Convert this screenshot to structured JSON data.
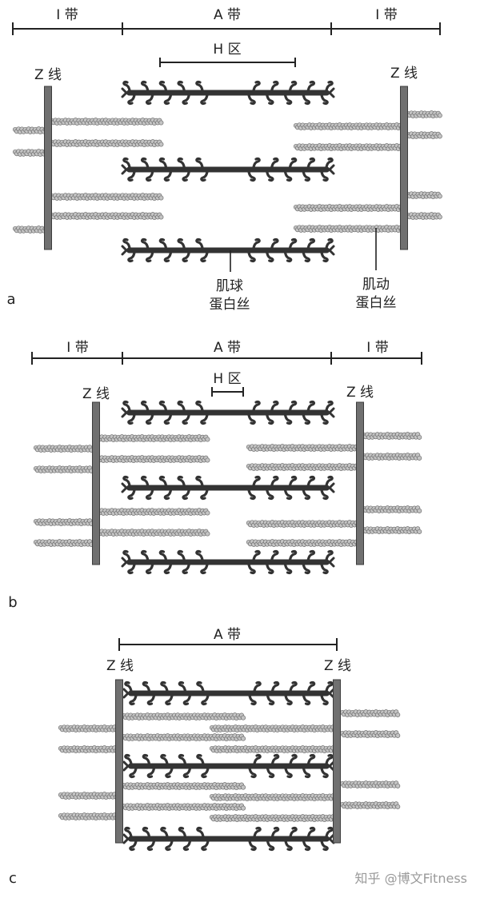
{
  "colors": {
    "background": "#ffffff",
    "ink": "#222222",
    "myosin": "#333333",
    "actin_fill": "#c4c4c4",
    "actin_stroke": "#6f6f6f",
    "z_line": "#707070",
    "watermark": "#9a9a9a"
  },
  "panel_a": {
    "panel_letter": "a",
    "i_band_left": "I 带",
    "a_band": "A 带",
    "i_band_right": "I 带",
    "h_zone": "H 区",
    "z_line_left": "Z 线",
    "z_line_right": "Z 线",
    "myosin_label_line1": "肌球",
    "myosin_label_line2": "蛋白丝",
    "actin_label_line1": "肌动",
    "actin_label_line2": "蛋白丝"
  },
  "panel_b": {
    "panel_letter": "b",
    "i_band_left": "I 带",
    "a_band": "A 带",
    "i_band_right": "I 带",
    "h_zone": "H 区",
    "z_line_left": "Z 线",
    "z_line_right": "Z 线"
  },
  "panel_c": {
    "panel_letter": "c",
    "a_band": "A 带",
    "z_line_left": "Z 线",
    "z_line_right": "Z 线"
  },
  "watermark": "知乎 @博文Fitness"
}
